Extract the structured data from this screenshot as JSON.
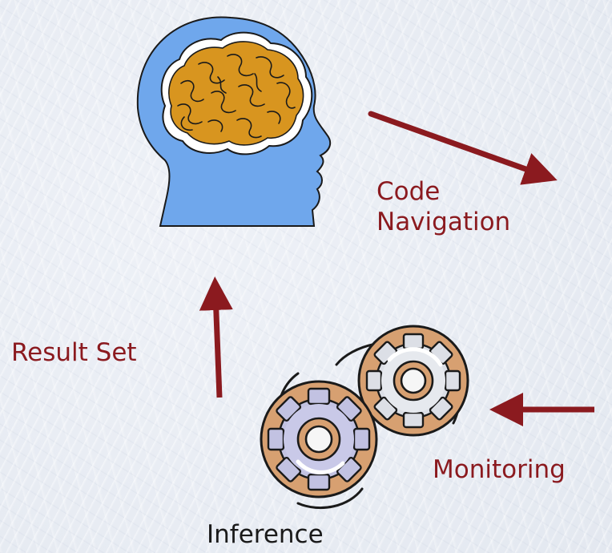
{
  "diagram": {
    "labels": {
      "code_navigation_line1": "Code",
      "code_navigation_line2": "Navigation",
      "result_set": "Result Set",
      "monitoring": "Monitoring",
      "inference": "Inference"
    },
    "icons": {
      "head": "brain-head-icon",
      "gears": "gears-icon"
    },
    "colors": {
      "arrow": "#8b1a1f",
      "label_text": "#8b1a1f",
      "head_fill": "#6fa7ec",
      "brain_fill": "#d8951f",
      "gear_ring": "#d7a071"
    }
  }
}
